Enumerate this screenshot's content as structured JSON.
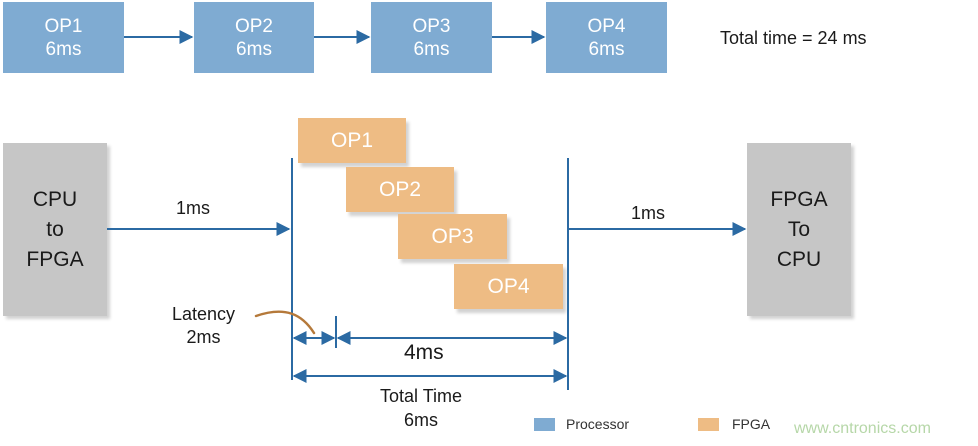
{
  "sequential": {
    "ops": [
      {
        "name": "OP1",
        "time": "6ms"
      },
      {
        "name": "OP2",
        "time": "6ms"
      },
      {
        "name": "OP3",
        "time": "6ms"
      },
      {
        "name": "OP4",
        "time": "6ms"
      }
    ],
    "total_label": "Total time = 24 ms"
  },
  "pipeline": {
    "cpu_to_fpga": [
      "CPU",
      "to",
      "FPGA"
    ],
    "fpga_to_cpu": [
      "FPGA",
      "To",
      "CPU"
    ],
    "transfer_in": "1ms",
    "transfer_out": "1ms",
    "fpga_ops": [
      "OP1",
      "OP2",
      "OP3",
      "OP4"
    ],
    "latency": [
      "Latency",
      "2ms"
    ],
    "span_label": "4ms",
    "total": [
      "Total Time",
      "6ms"
    ]
  },
  "legend": {
    "processor": {
      "label": "Processor",
      "color": "#7fabd2"
    },
    "fpga": {
      "label": "FPGA",
      "color": "#eebc84"
    }
  },
  "watermark": "www.cntronics.com",
  "colors": {
    "arrow": "#2b6aa3",
    "latency_curve": "#b5793a"
  }
}
